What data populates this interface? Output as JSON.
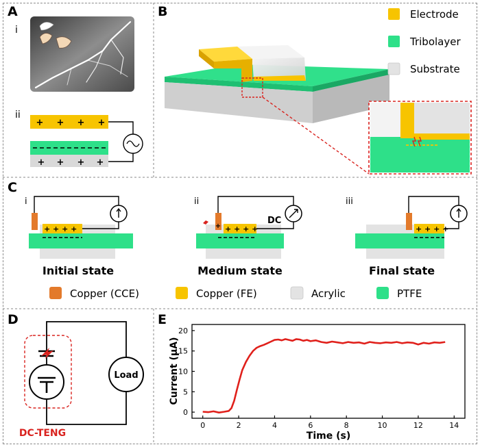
{
  "colors": {
    "electrode": "#F7C400",
    "tribolayer": "#2EE089",
    "substrate": "#D9D9D9",
    "cce": "#E37A2B",
    "red": "#D9231F"
  },
  "panels": {
    "a": {
      "label": "A",
      "sub_i": "i",
      "sub_ii": "ii",
      "plus": "+",
      "dashes": "— — — — — — — —"
    },
    "b": {
      "label": "B",
      "legend": [
        "Electrode",
        "Tribolayer",
        "Substrate"
      ]
    },
    "c": {
      "label": "C",
      "states": [
        {
          "roman": "i",
          "caption": "Initial state"
        },
        {
          "roman": "ii",
          "caption": "Medium state"
        },
        {
          "roman": "iii",
          "caption": "Final state"
        }
      ],
      "dc_label": "DC",
      "charges": "+ + + +",
      "legend": [
        "Copper (CCE)",
        "Copper (FE)",
        "Acrylic",
        "PTFE"
      ]
    },
    "d": {
      "label": "D",
      "load": "Load",
      "caption": "DC-TENG"
    },
    "e": {
      "label": "E"
    }
  },
  "chart_data": {
    "type": "line",
    "xlabel": "Time (s)",
    "ylabel": "Current (μA)",
    "xlim": [
      -0.6,
      14.6
    ],
    "ylim": [
      -1.5,
      21.5
    ],
    "xticks": [
      0,
      2,
      4,
      6,
      8,
      10,
      12,
      14
    ],
    "yticks": [
      0,
      5,
      10,
      15,
      20
    ],
    "grid": false,
    "series": [
      {
        "color": "#E0201B",
        "x": [
          0,
          0.3,
          0.6,
          0.9,
          1.2,
          1.45,
          1.6,
          1.75,
          1.9,
          2.05,
          2.2,
          2.4,
          2.6,
          2.8,
          3.0,
          3.2,
          3.4,
          3.6,
          3.8,
          4.0,
          4.2,
          4.4,
          4.6,
          4.8,
          5.0,
          5.2,
          5.4,
          5.6,
          5.8,
          6.0,
          6.3,
          6.6,
          6.9,
          7.2,
          7.5,
          7.8,
          8.1,
          8.4,
          8.7,
          9.0,
          9.3,
          9.6,
          9.9,
          10.2,
          10.5,
          10.8,
          11.1,
          11.4,
          11.7,
          12.0,
          12.3,
          12.6,
          12.9,
          13.2,
          13.5
        ],
        "y": [
          0.1,
          0.0,
          0.2,
          -0.1,
          0.1,
          0.3,
          1.0,
          2.8,
          5.5,
          8.0,
          10.3,
          12.3,
          13.8,
          15.0,
          15.8,
          16.2,
          16.5,
          16.9,
          17.3,
          17.7,
          17.8,
          17.6,
          17.9,
          17.7,
          17.5,
          17.9,
          17.8,
          17.5,
          17.7,
          17.4,
          17.6,
          17.2,
          17.0,
          17.3,
          17.1,
          16.9,
          17.2,
          17.0,
          17.1,
          16.8,
          17.2,
          17.0,
          16.9,
          17.1,
          17.0,
          17.2,
          16.9,
          17.1,
          17.0,
          16.6,
          17.0,
          16.8,
          17.1,
          17.0,
          17.2
        ]
      }
    ]
  }
}
